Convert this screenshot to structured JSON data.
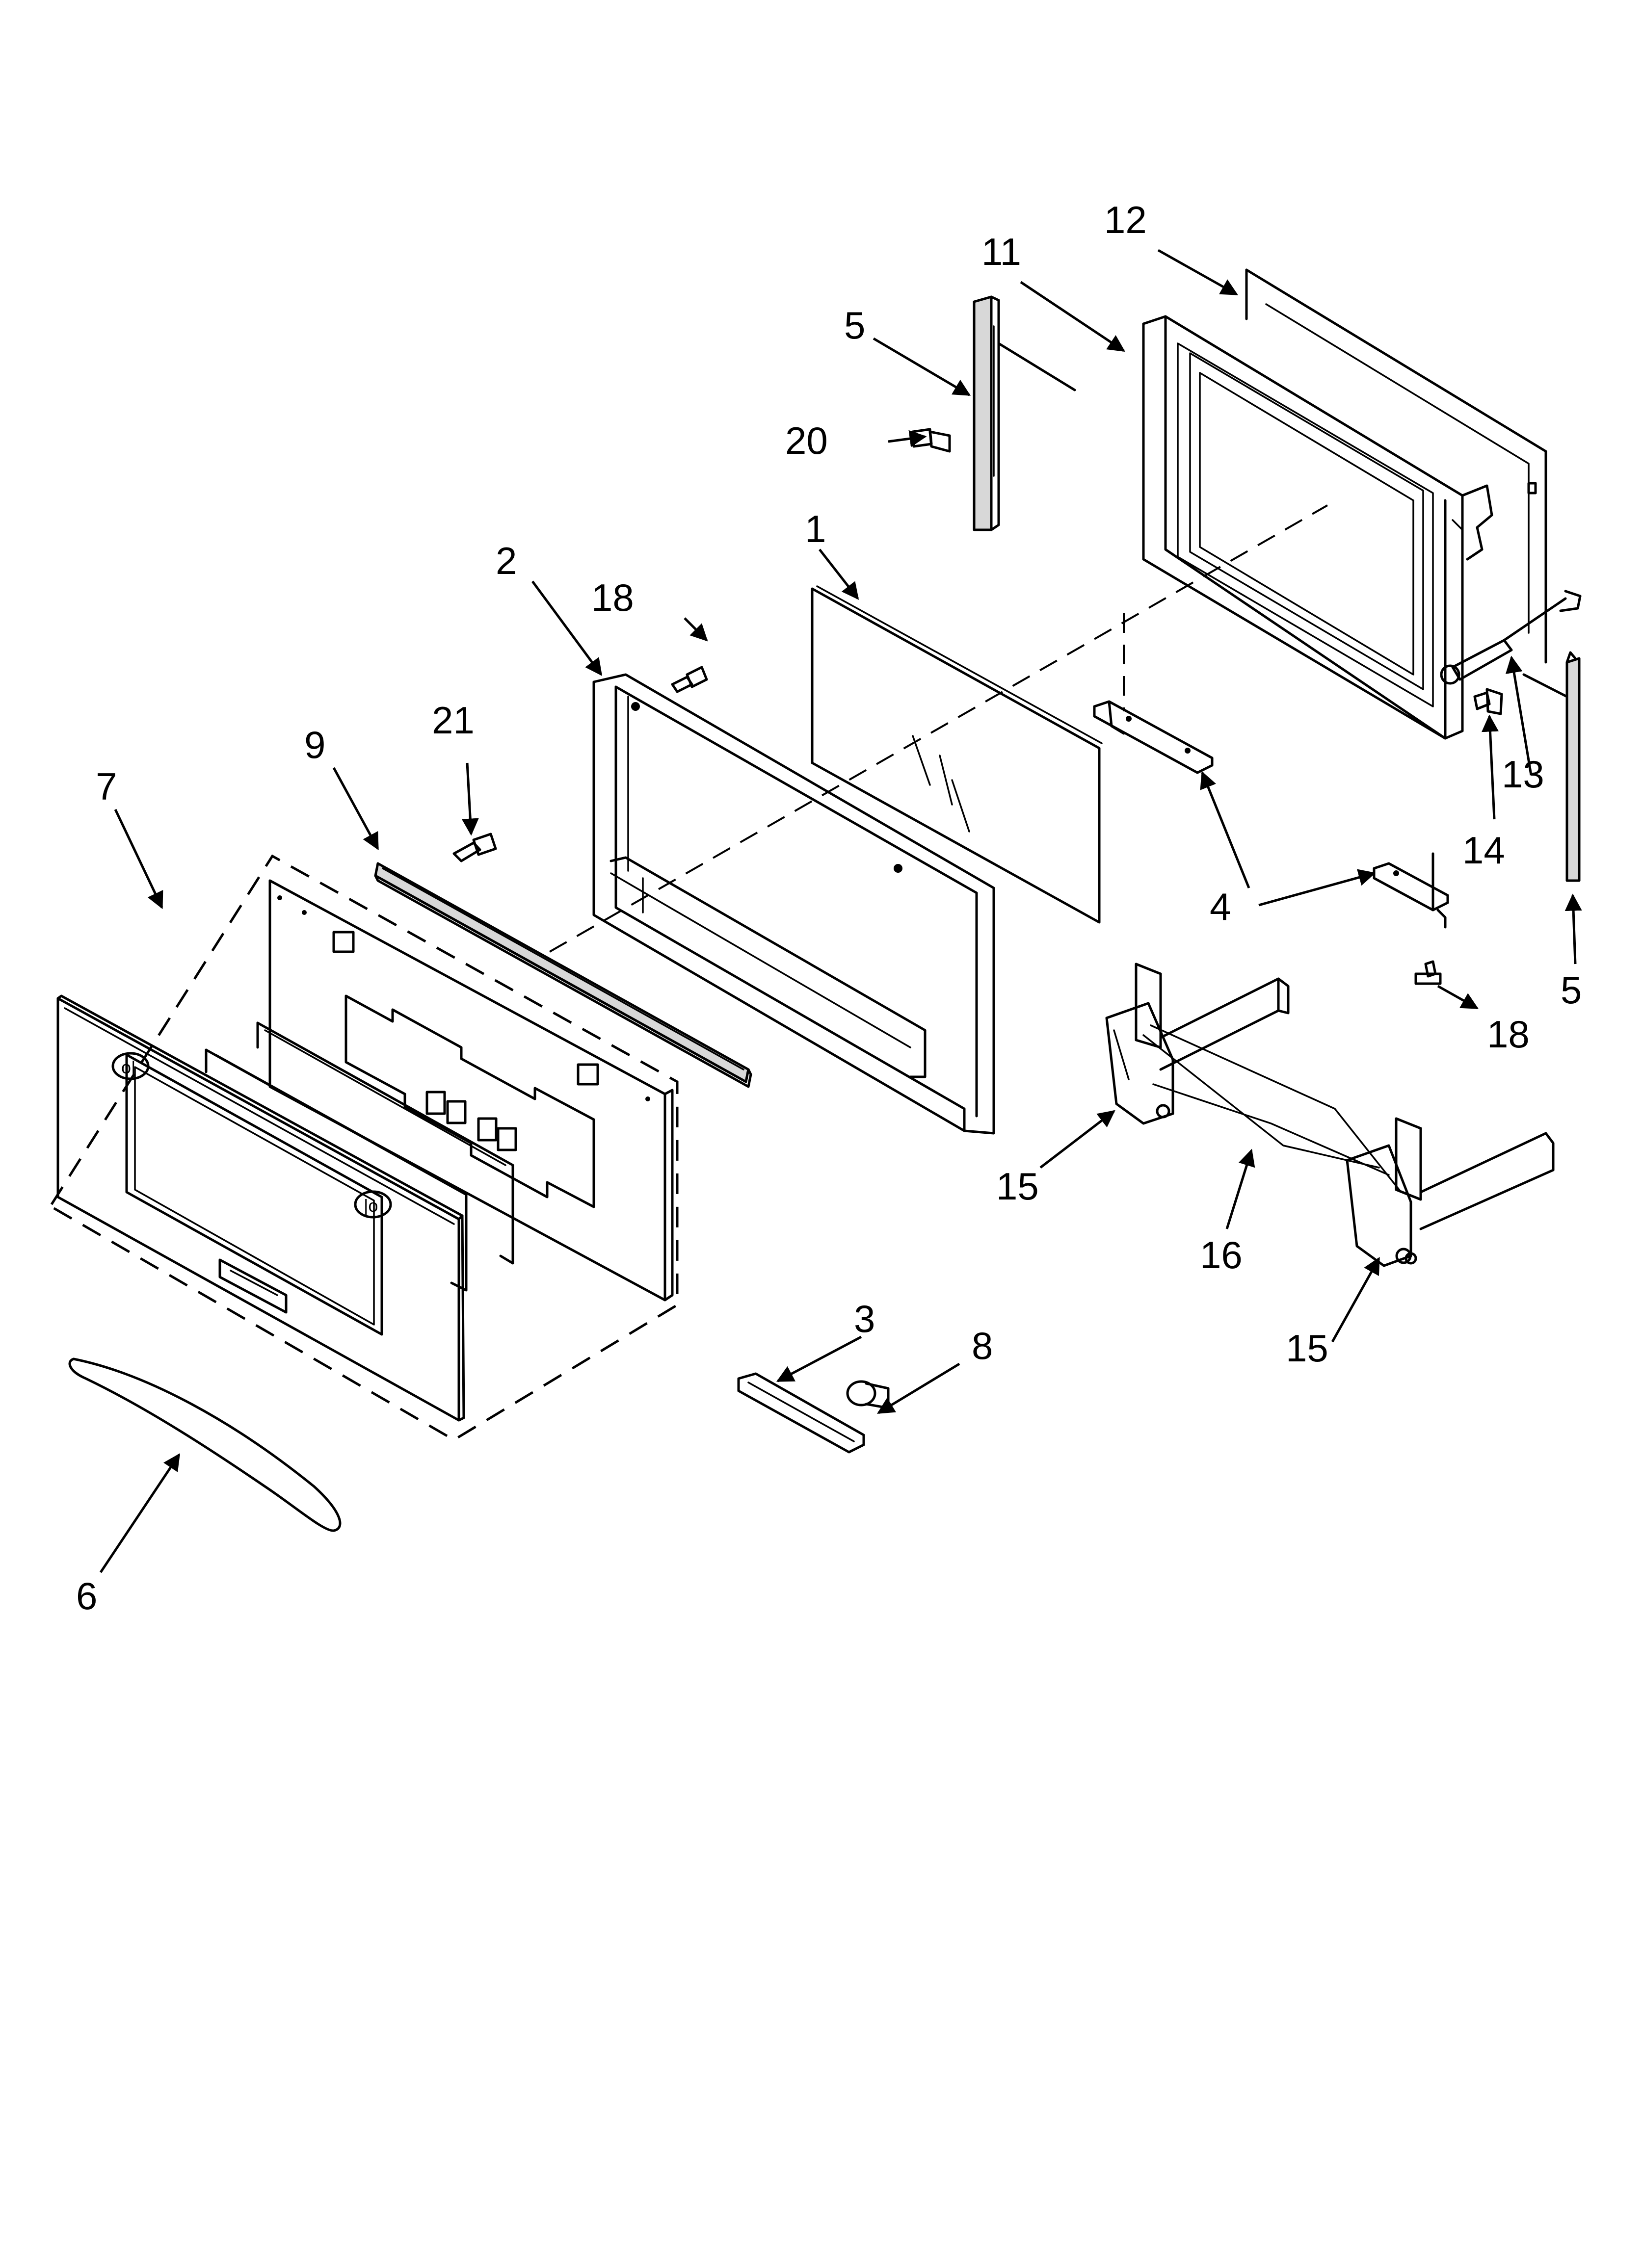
{
  "callouts": [
    {
      "id": "c1",
      "label": "1"
    },
    {
      "id": "c2",
      "label": "2"
    },
    {
      "id": "c3",
      "label": "3"
    },
    {
      "id": "c4",
      "label": "4"
    },
    {
      "id": "c5a",
      "label": "5"
    },
    {
      "id": "c5b",
      "label": "5"
    },
    {
      "id": "c6",
      "label": "6"
    },
    {
      "id": "c7",
      "label": "7"
    },
    {
      "id": "c8",
      "label": "8"
    },
    {
      "id": "c9",
      "label": "9"
    },
    {
      "id": "c11",
      "label": "11"
    },
    {
      "id": "c12",
      "label": "12"
    },
    {
      "id": "c13",
      "label": "13"
    },
    {
      "id": "c14",
      "label": "14"
    },
    {
      "id": "c15a",
      "label": "15"
    },
    {
      "id": "c15b",
      "label": "15"
    },
    {
      "id": "c16",
      "label": "16"
    },
    {
      "id": "c18a",
      "label": "18"
    },
    {
      "id": "c18b",
      "label": "18"
    },
    {
      "id": "c20",
      "label": "20"
    },
    {
      "id": "c21",
      "label": "21"
    }
  ]
}
